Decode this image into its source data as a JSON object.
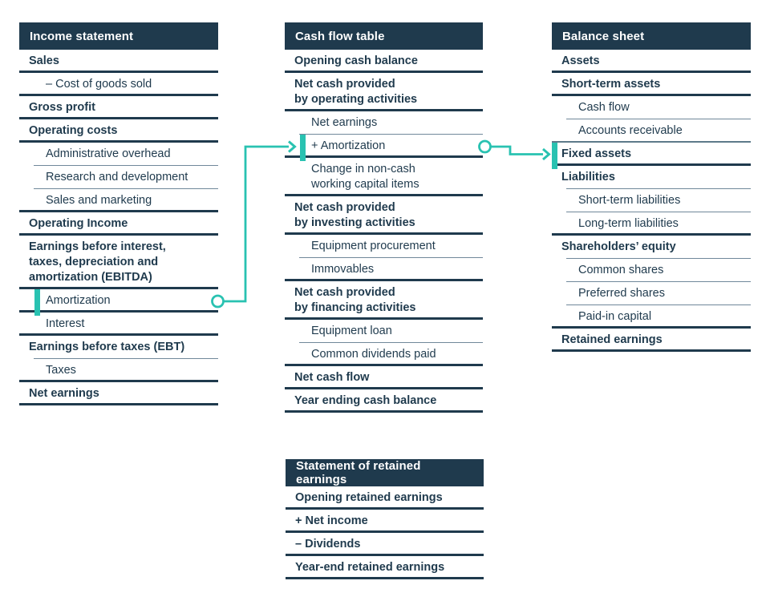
{
  "colors": {
    "navy": "#1f3a4d",
    "teal": "#29c2b1",
    "header_text": "#ffffff",
    "background": "#ffffff"
  },
  "tables": [
    {
      "id": "income-statement",
      "title": "Income statement",
      "rows": [
        {
          "label": "Sales",
          "style": "bold",
          "sep": "thick"
        },
        {
          "label": "– Cost of goods sold",
          "style": "light",
          "sep": "thick"
        },
        {
          "label": "Gross profit",
          "style": "bold",
          "sep": "thick"
        },
        {
          "label": "Operating costs",
          "style": "bold",
          "sep": "thick"
        },
        {
          "label": "Administrative overhead",
          "style": "light",
          "sep": "thin"
        },
        {
          "label": "Research and development",
          "style": "light",
          "sep": "thin"
        },
        {
          "label": "Sales and marketing",
          "style": "light",
          "sep": "thick"
        },
        {
          "label": "Operating Income",
          "style": "bold",
          "sep": "thick"
        },
        {
          "label": "Earnings before interest,\ntaxes, depreciation and\namortization (EBITDA)",
          "style": "bold",
          "sep": "thick"
        },
        {
          "label": "Amortization",
          "style": "light",
          "sep": "thick",
          "highlight": true
        },
        {
          "label": "Interest",
          "style": "light",
          "sep": "thick"
        },
        {
          "label": "Earnings before taxes (EBT)",
          "style": "bold",
          "sep": "thin"
        },
        {
          "label": "Taxes",
          "style": "light",
          "sep": "thick"
        },
        {
          "label": "Net earnings",
          "style": "bold",
          "sep": "thick"
        }
      ]
    },
    {
      "id": "cash-flow-table",
      "title": "Cash flow table",
      "rows": [
        {
          "label": "Opening cash balance",
          "style": "bold",
          "sep": "thick"
        },
        {
          "label": "Net cash provided\nby operating activities",
          "style": "bold",
          "sep": "thick"
        },
        {
          "label": "Net earnings",
          "style": "light",
          "sep": "thin"
        },
        {
          "label": "+ Amortization",
          "style": "light",
          "sep": "thick",
          "highlight": true
        },
        {
          "label": "Change in non-cash\nworking capital items",
          "style": "light",
          "sep": "thick"
        },
        {
          "label": "Net cash provided\nby investing activities",
          "style": "bold",
          "sep": "thick"
        },
        {
          "label": "Equipment procurement",
          "style": "light",
          "sep": "thin"
        },
        {
          "label": "Immovables",
          "style": "light",
          "sep": "thick"
        },
        {
          "label": "Net cash provided\nby financing activities",
          "style": "bold",
          "sep": "thick"
        },
        {
          "label": "Equipment loan",
          "style": "light",
          "sep": "thin"
        },
        {
          "label": "Common dividends paid",
          "style": "light",
          "sep": "thick"
        },
        {
          "label": "Net cash flow",
          "style": "bold",
          "sep": "thick"
        },
        {
          "label": "Year ending cash balance",
          "style": "bold",
          "sep": "thick"
        }
      ]
    },
    {
      "id": "balance-sheet",
      "title": "Balance sheet",
      "rows": [
        {
          "label": "Assets",
          "style": "bold",
          "sep": "thick"
        },
        {
          "label": "Short-term assets",
          "style": "bold",
          "sep": "thick"
        },
        {
          "label": "Cash flow",
          "style": "light",
          "sep": "thin"
        },
        {
          "label": "Accounts receivable",
          "style": "light",
          "sep": "thinfull"
        },
        {
          "label": "Fixed assets",
          "style": "bold",
          "sep": "thick",
          "highlight": true
        },
        {
          "label": "Liabilities",
          "style": "bold",
          "sep": "thin"
        },
        {
          "label": "Short-term liabilities",
          "style": "light",
          "sep": "thin"
        },
        {
          "label": "Long-term liabilities",
          "style": "light",
          "sep": "thick"
        },
        {
          "label": "Shareholders’ equity",
          "style": "bold",
          "sep": "thin"
        },
        {
          "label": "Common shares",
          "style": "light",
          "sep": "thin"
        },
        {
          "label": "Preferred shares",
          "style": "light",
          "sep": "thin"
        },
        {
          "label": "Paid-in capital",
          "style": "light",
          "sep": "thick"
        },
        {
          "label": "Retained earnings",
          "style": "bold",
          "sep": "thick"
        }
      ]
    },
    {
      "id": "retained-earnings-statement",
      "title": "Statement of retained earnings",
      "rows": [
        {
          "label": "Opening retained earnings",
          "style": "bold",
          "sep": "thick"
        },
        {
          "label": "+ Net income",
          "style": "bold",
          "sep": "thick"
        },
        {
          "label": "– Dividends",
          "style": "bold",
          "sep": "thick"
        },
        {
          "label": "Year-end retained earnings",
          "style": "bold",
          "sep": "thick"
        }
      ]
    }
  ],
  "connections": [
    {
      "from_table": "income-statement",
      "from_row": "Amortization",
      "to_table": "cash-flow-table",
      "to_row": "+ Amortization",
      "color": "#29c2b1"
    },
    {
      "from_table": "cash-flow-table",
      "from_row": "+ Amortization",
      "to_table": "balance-sheet",
      "to_row": "Fixed assets",
      "color": "#29c2b1"
    }
  ]
}
